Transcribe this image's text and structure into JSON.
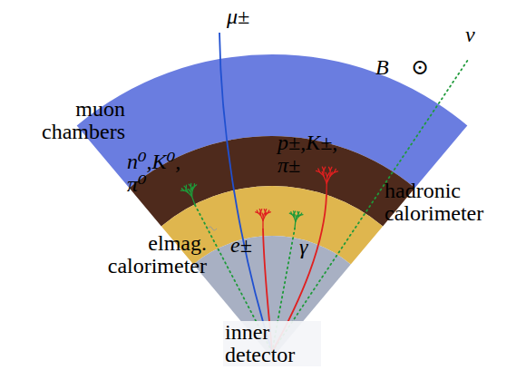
{
  "diagram": {
    "labels": [
      "μ±",
      "ν",
      "B⃗ ⊙",
      "muon chambers",
      "n⁰,K⁰, π⁰",
      "p±,K±, π±",
      "hadronic calorimeter",
      "elmag. calorimeter",
      "e±",
      "γ",
      "inner detector"
    ]
  }
}
